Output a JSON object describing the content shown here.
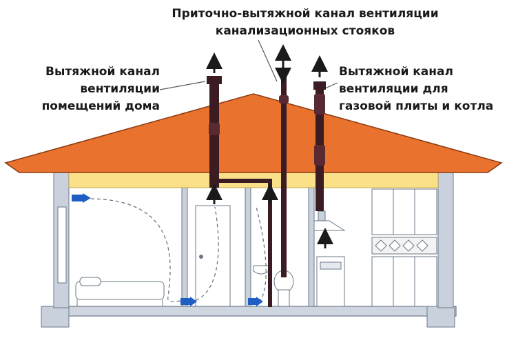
{
  "labels": {
    "center": [
      "Приточно-вытяжной канал вентиляции",
      "канализационных стояков"
    ],
    "left": [
      "Вытяжной канал",
      "вентиляции",
      "помещений дома"
    ],
    "right": [
      "Вытяжной канал",
      "вентиляции для",
      "газовой плиты и котла"
    ]
  },
  "colors": {
    "roof": "#e8722e",
    "roof_edge": "#8a3a10",
    "attic": "#fbe08a",
    "duct": "#3a1c22",
    "wall": "#c9d1dc",
    "floor": "#cfd6e0",
    "airflow_arrow": "#1f5fc4"
  },
  "icons": {
    "up_arrow": "arrow-up-icon",
    "flow_arrow": "arrow-right-icon"
  }
}
